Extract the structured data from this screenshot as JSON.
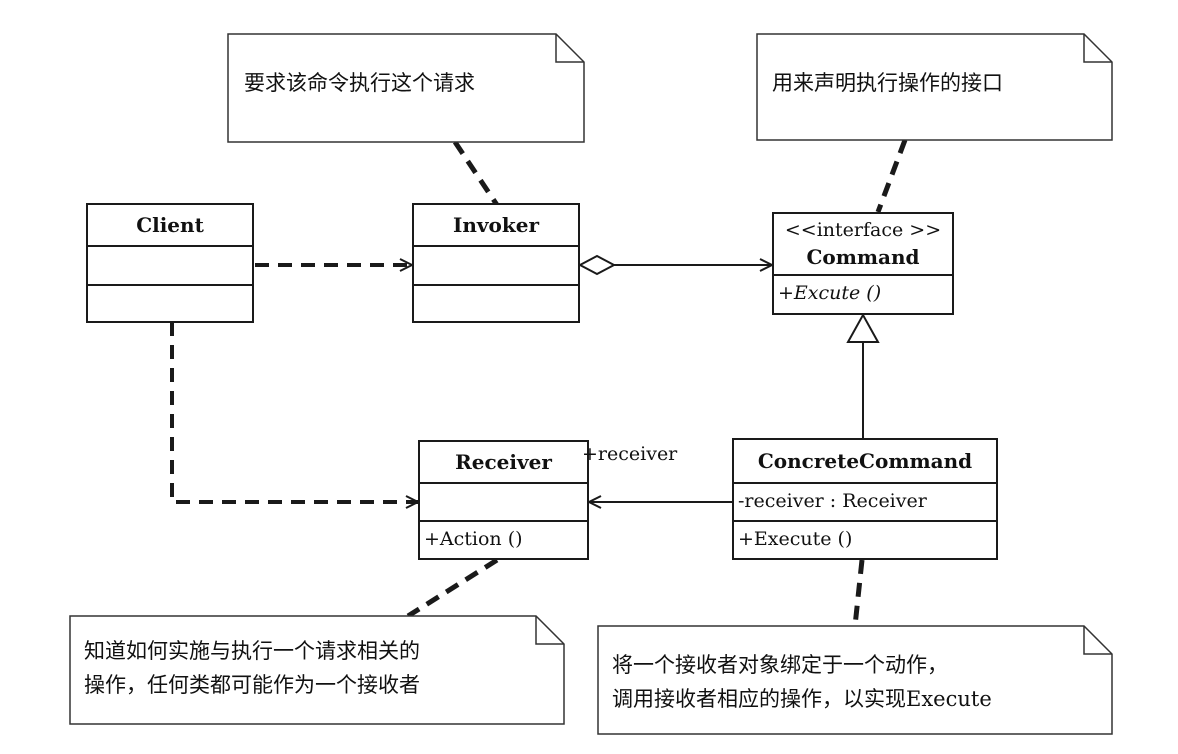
{
  "notes": {
    "invoker_note": [
      "要求该命令执行这个请求"
    ],
    "command_note": [
      "用来声明执行操作的接口"
    ],
    "receiver_note": [
      "知道如何实施与执行一个请求相关的",
      "操作，任何类都可能作为一个接收者"
    ],
    "concrete_note": [
      "将一个接收者对象绑定于一个动作，",
      "调用接收者相应的操作，以实现Execute"
    ]
  },
  "classes": {
    "client": {
      "name": "Client"
    },
    "invoker": {
      "name": "Invoker"
    },
    "command": {
      "stereotype": "<<interface >>",
      "name": "Command",
      "operation": "+Excute ()"
    },
    "receiver": {
      "name": "Receiver",
      "operation": "+Action ()"
    },
    "concrete_command": {
      "name": "ConcreteCommand",
      "attribute": "-receiver : Receiver",
      "operation": "+Execute ()"
    }
  },
  "association_label": "+receiver"
}
